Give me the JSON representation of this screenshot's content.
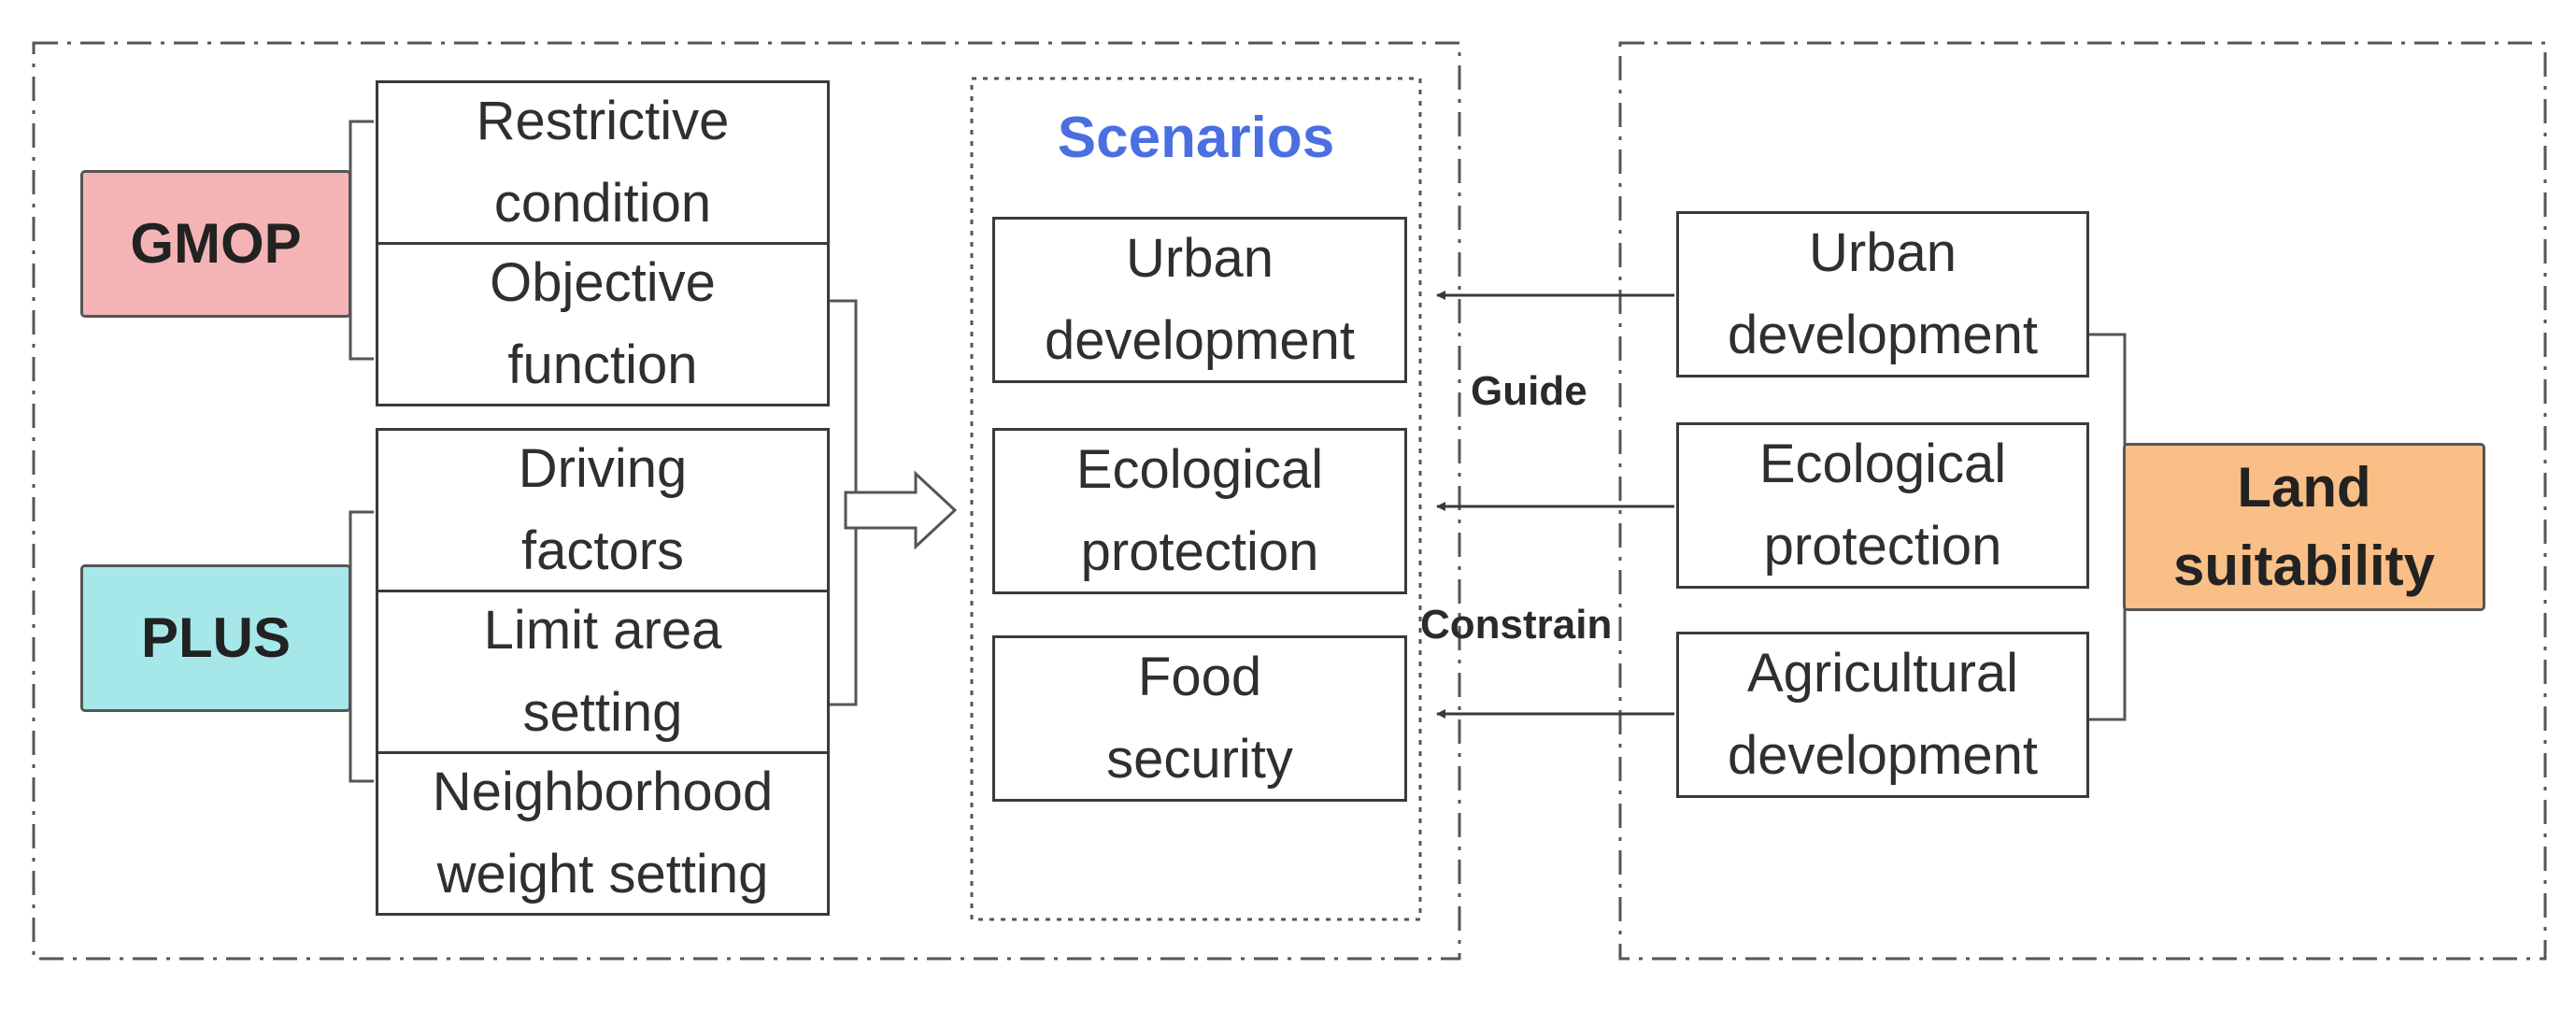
{
  "gmop_label": "GMOP",
  "plus_label": "PLUS",
  "land_suitability_label": "Land\nsuitability",
  "scenarios_title": "Scenarios",
  "guide_label": "Guide",
  "constrain_label": "Constrain",
  "gmop_items": {
    "restrictive_condition": "Restrictive\ncondition",
    "objective_function": "Objective\nfunction"
  },
  "plus_items": {
    "driving_factors": "Driving\nfactors",
    "limit_area_setting": "Limit area\nsetting",
    "neighborhood_weight_setting": "Neighborhood\nweight setting"
  },
  "scenarios": {
    "urban_development": "Urban\ndevelopment",
    "ecological_protection": "Ecological\nprotection",
    "food_security": "Food\nsecurity"
  },
  "suitability_items": {
    "urban_development": "Urban\ndevelopment",
    "ecological_protection": "Ecological\nprotection",
    "agricultural_development": "Agricultural\ndevelopment"
  },
  "colors": {
    "gmop": "#f4b4b6",
    "plus": "#a6e8ea",
    "land_suitability": "#f9bf86",
    "scenarios_title": "#4a6fe0"
  }
}
